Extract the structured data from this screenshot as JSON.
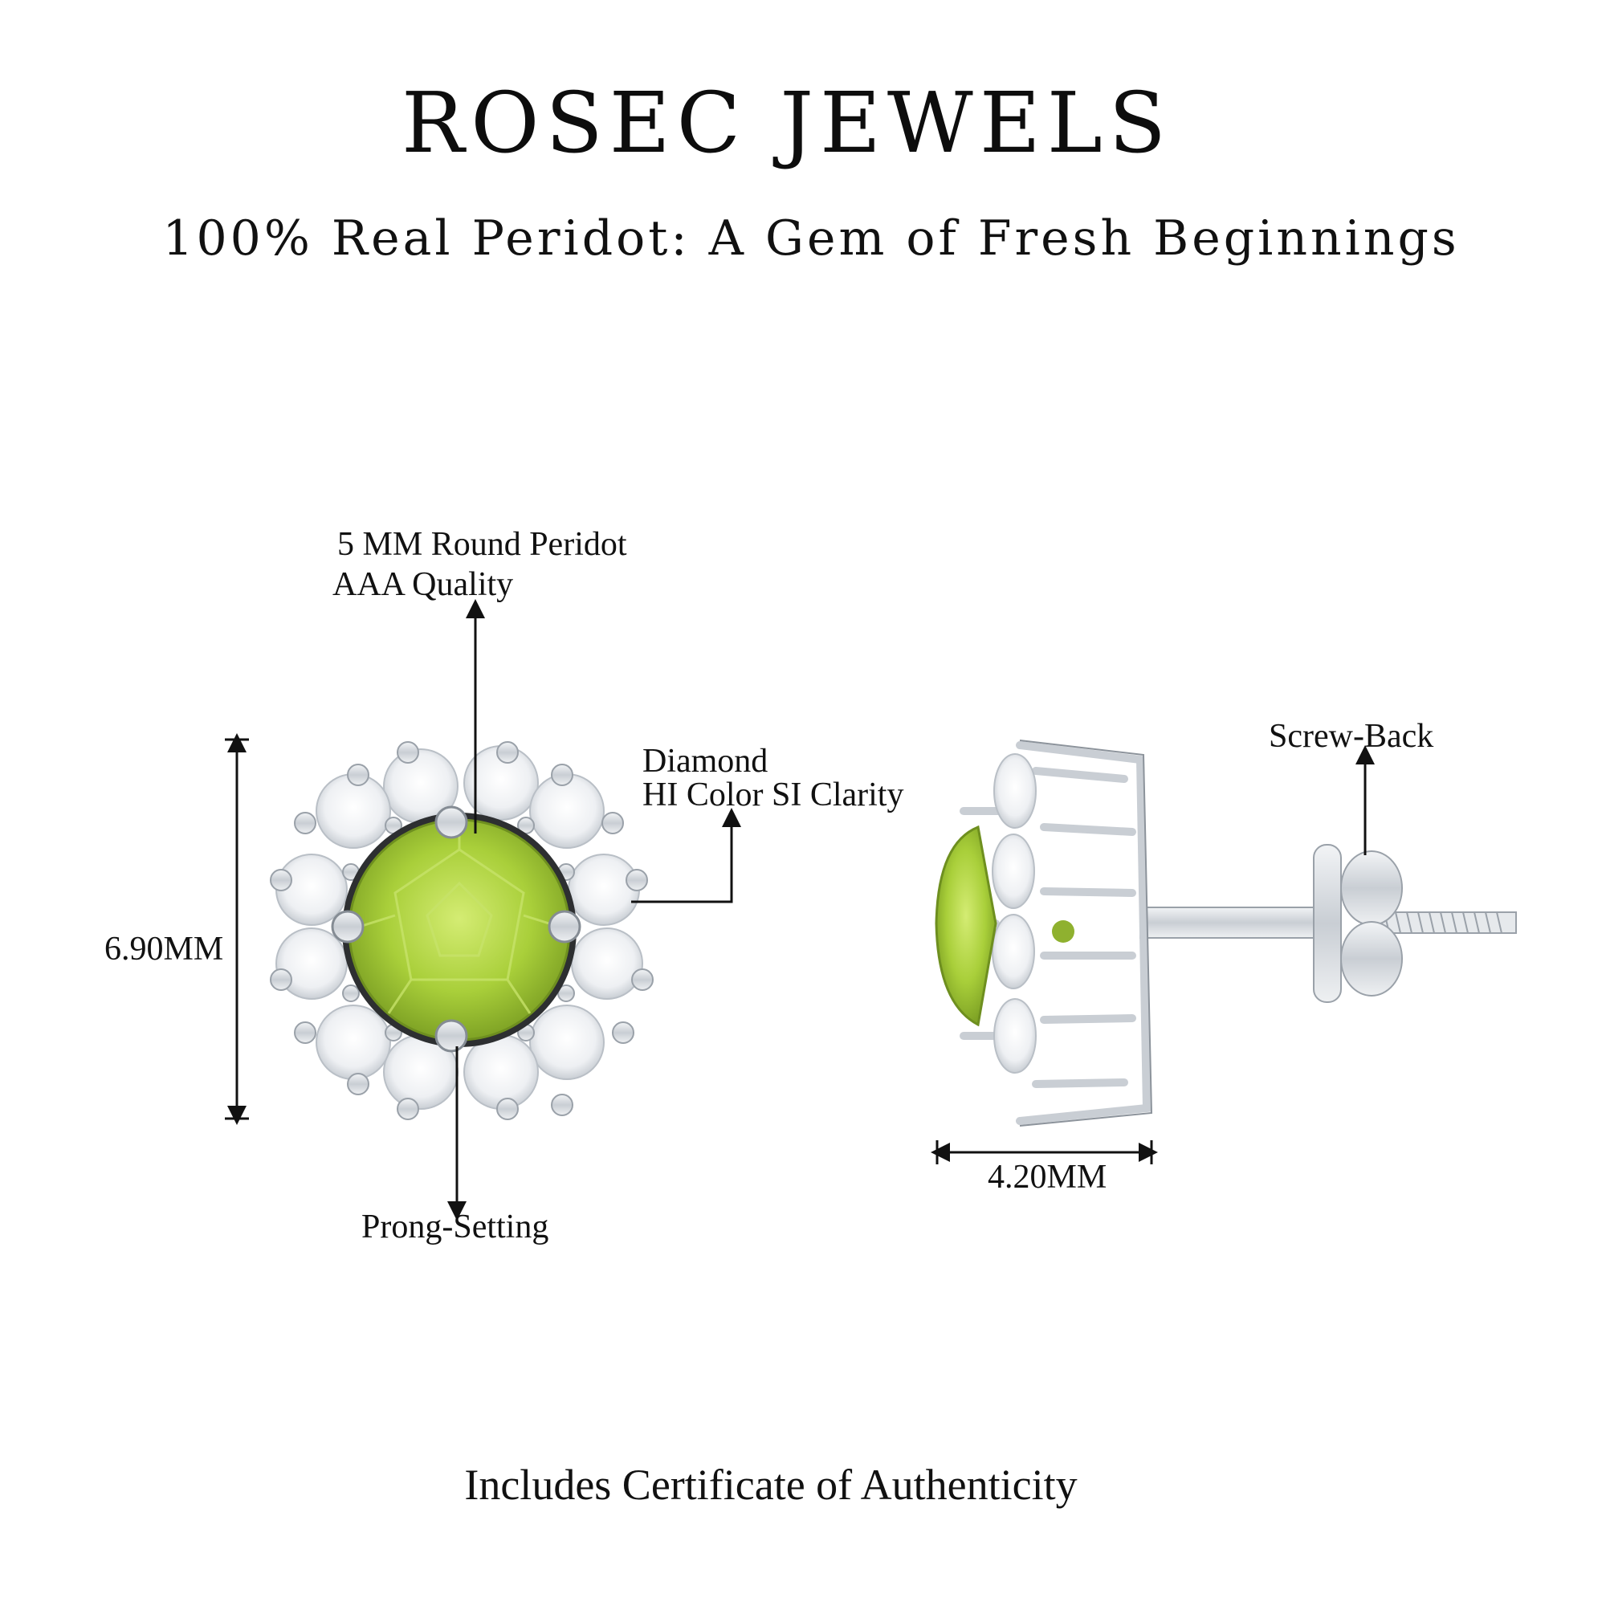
{
  "brand": {
    "name": "ROSEC JEWELS"
  },
  "tagline": "100% Real Peridot: A Gem of Fresh Beginnings",
  "annotations": {
    "center_stone_line1": "5 MM Round Peridot",
    "center_stone_line2": "AAA Quality",
    "diamond_line1": "Diamond",
    "diamond_line2": "HI Color SI Clarity",
    "height": "6.90MM",
    "setting": "Prong-Setting",
    "back": "Screw-Back",
    "depth": "4.20MM"
  },
  "footer": "Includes Certificate of Authenticity",
  "colors": {
    "peridot": "#a9cf3a",
    "peridot_dark": "#7fa325",
    "metal": "#d9dde2",
    "diamond": "#f3f4f6",
    "text": "#111111"
  }
}
